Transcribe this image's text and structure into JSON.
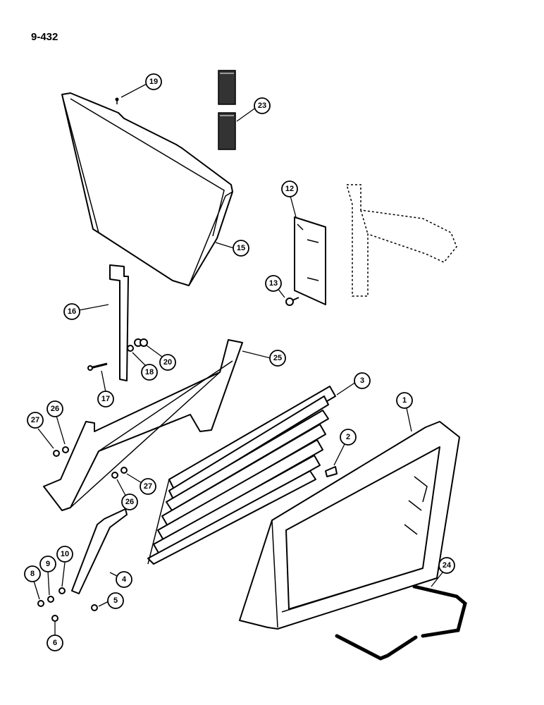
{
  "page_number": "9-432",
  "callouts": [
    {
      "id": "c1",
      "label": "1"
    },
    {
      "id": "c2",
      "label": "2"
    },
    {
      "id": "c3",
      "label": "3"
    },
    {
      "id": "c4",
      "label": "4"
    },
    {
      "id": "c5",
      "label": "5"
    },
    {
      "id": "c6",
      "label": "6"
    },
    {
      "id": "c8",
      "label": "8"
    },
    {
      "id": "c9",
      "label": "9"
    },
    {
      "id": "c10",
      "label": "10"
    },
    {
      "id": "c12",
      "label": "12"
    },
    {
      "id": "c13",
      "label": "13"
    },
    {
      "id": "c15",
      "label": "15"
    },
    {
      "id": "c16",
      "label": "16"
    },
    {
      "id": "c17",
      "label": "17"
    },
    {
      "id": "c18",
      "label": "18"
    },
    {
      "id": "c19",
      "label": "19"
    },
    {
      "id": "c20",
      "label": "20"
    },
    {
      "id": "c23",
      "label": "23"
    },
    {
      "id": "c24",
      "label": "24"
    },
    {
      "id": "c25",
      "label": "25"
    },
    {
      "id": "c26a",
      "label": "26"
    },
    {
      "id": "c26b",
      "label": "26"
    },
    {
      "id": "c27a",
      "label": "27"
    },
    {
      "id": "c27b",
      "label": "27"
    }
  ]
}
